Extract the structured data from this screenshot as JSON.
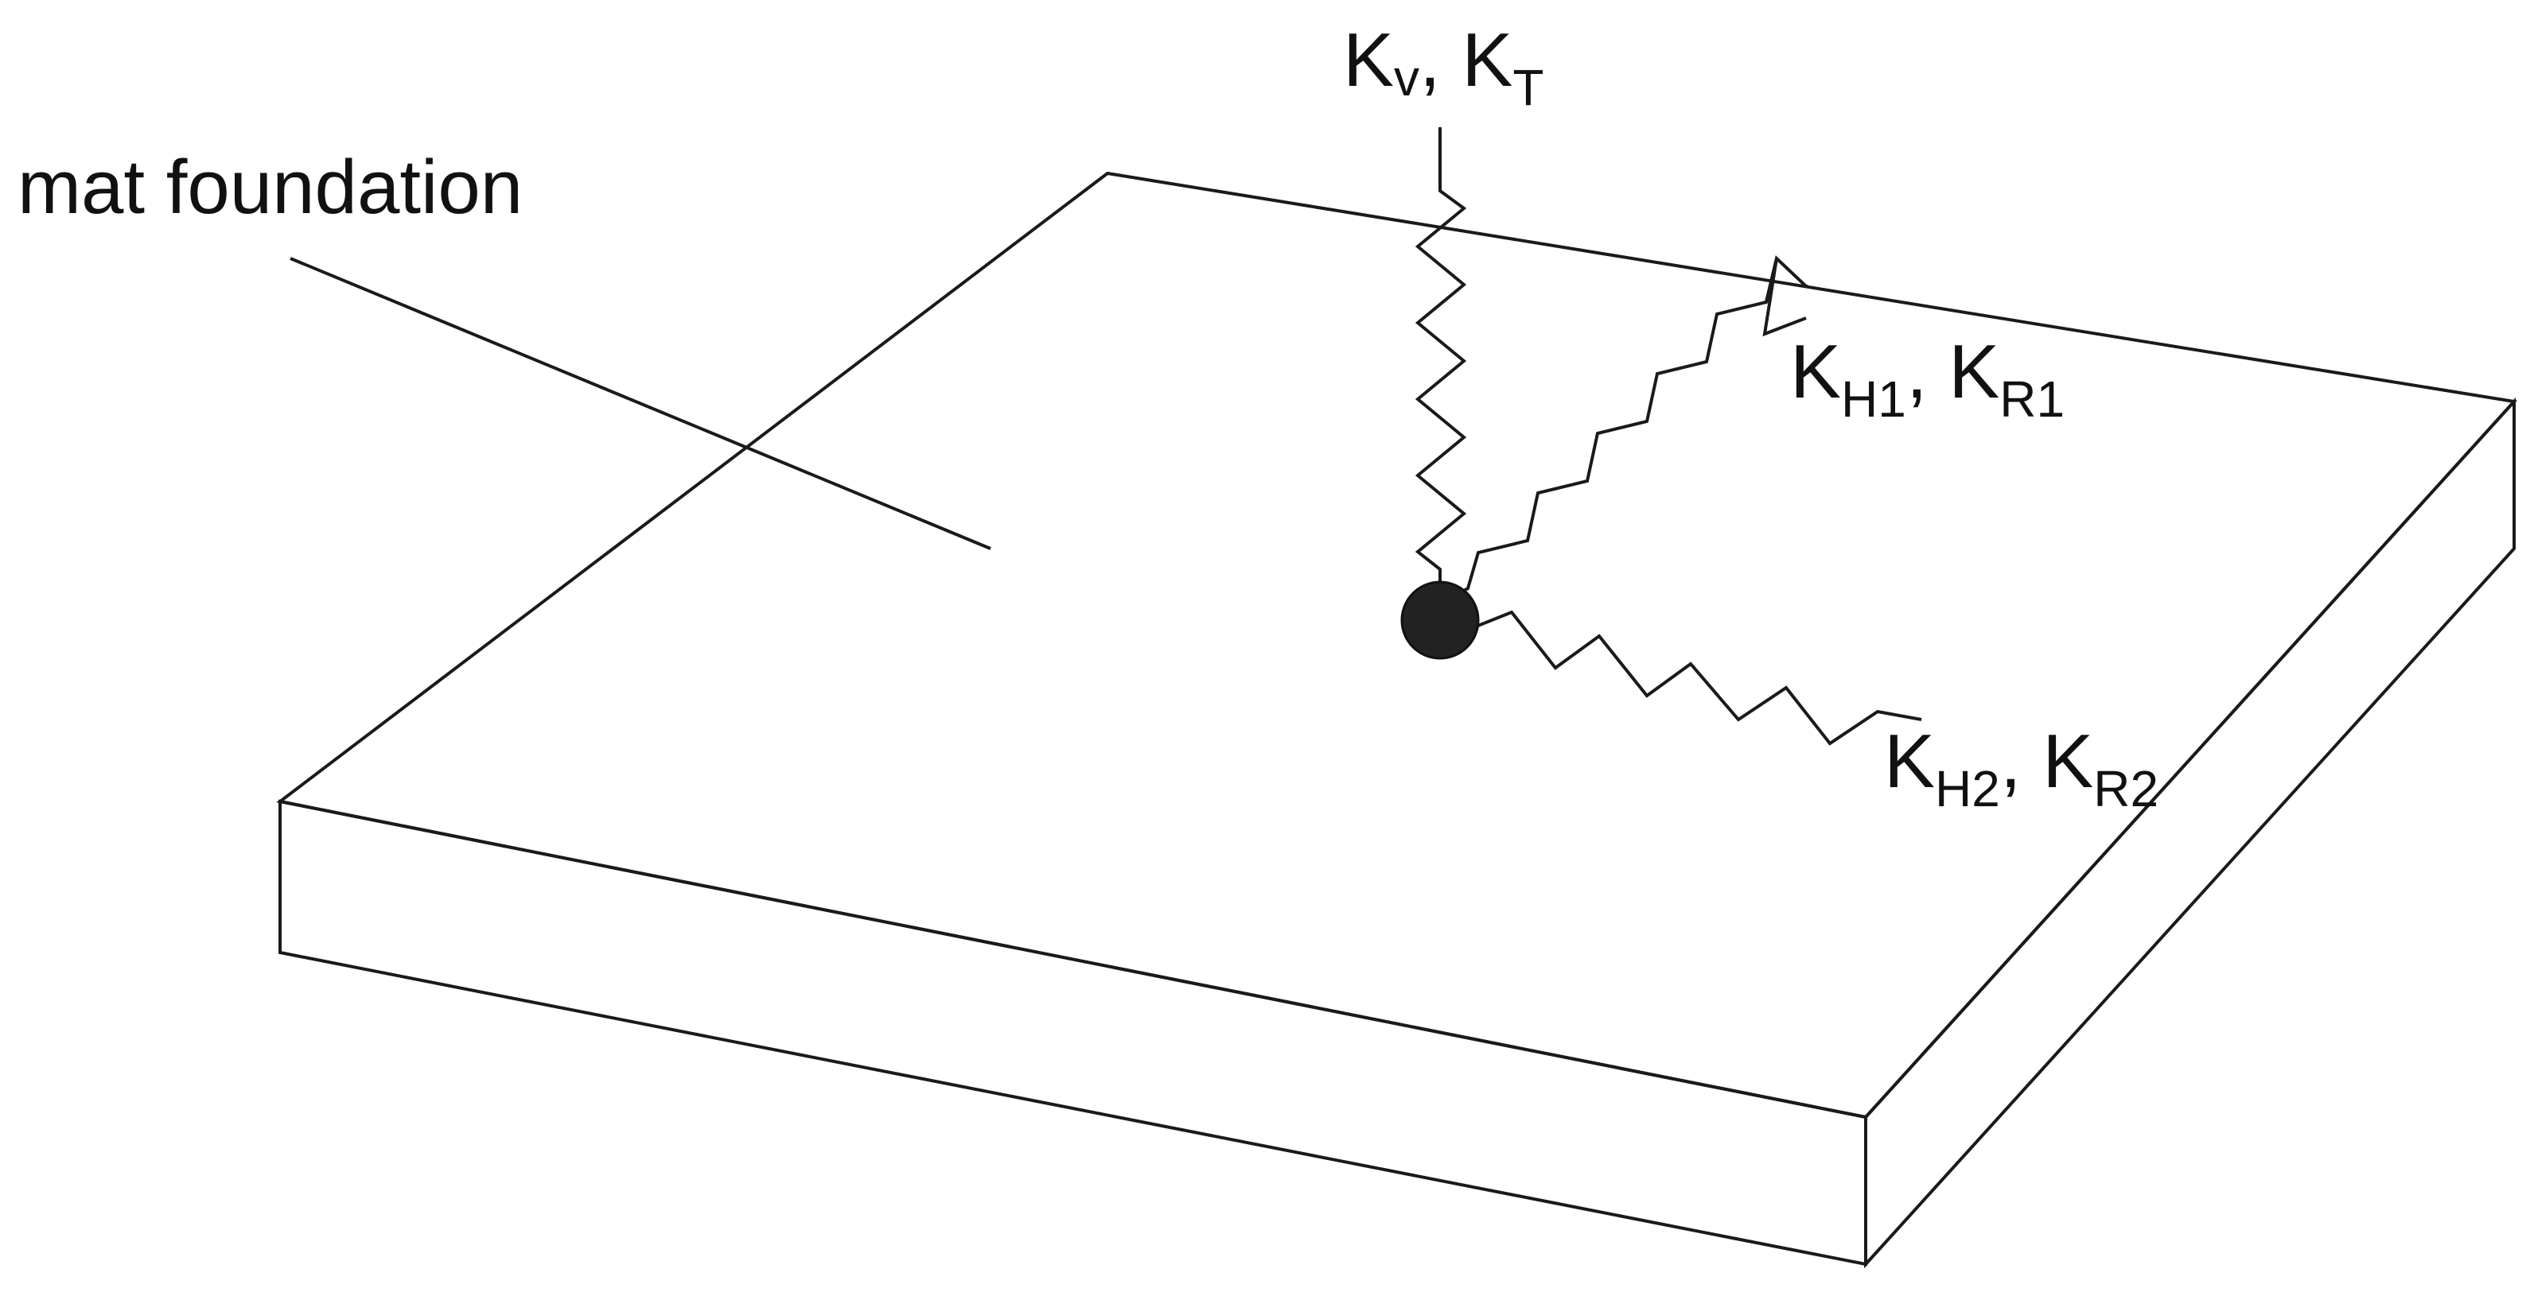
{
  "diagram": {
    "main_label": "mat  foundation",
    "springs": {
      "vertical": {
        "k1_base": "K",
        "k1_sub": "v",
        "separator": ", ",
        "k2_base": "K",
        "k2_sub": "T"
      },
      "horizontal_1": {
        "k1_base": "K",
        "k1_sub": "H1",
        "separator": ", ",
        "k2_base": "K",
        "k2_sub": "R1"
      },
      "horizontal_2": {
        "k1_base": "K",
        "k1_sub": "H2",
        "separator": ", ",
        "k2_base": "K",
        "k2_sub": "R2"
      }
    },
    "colors": {
      "line": "#1a1a1a",
      "node": "#222222",
      "background": "#ffffff"
    }
  }
}
